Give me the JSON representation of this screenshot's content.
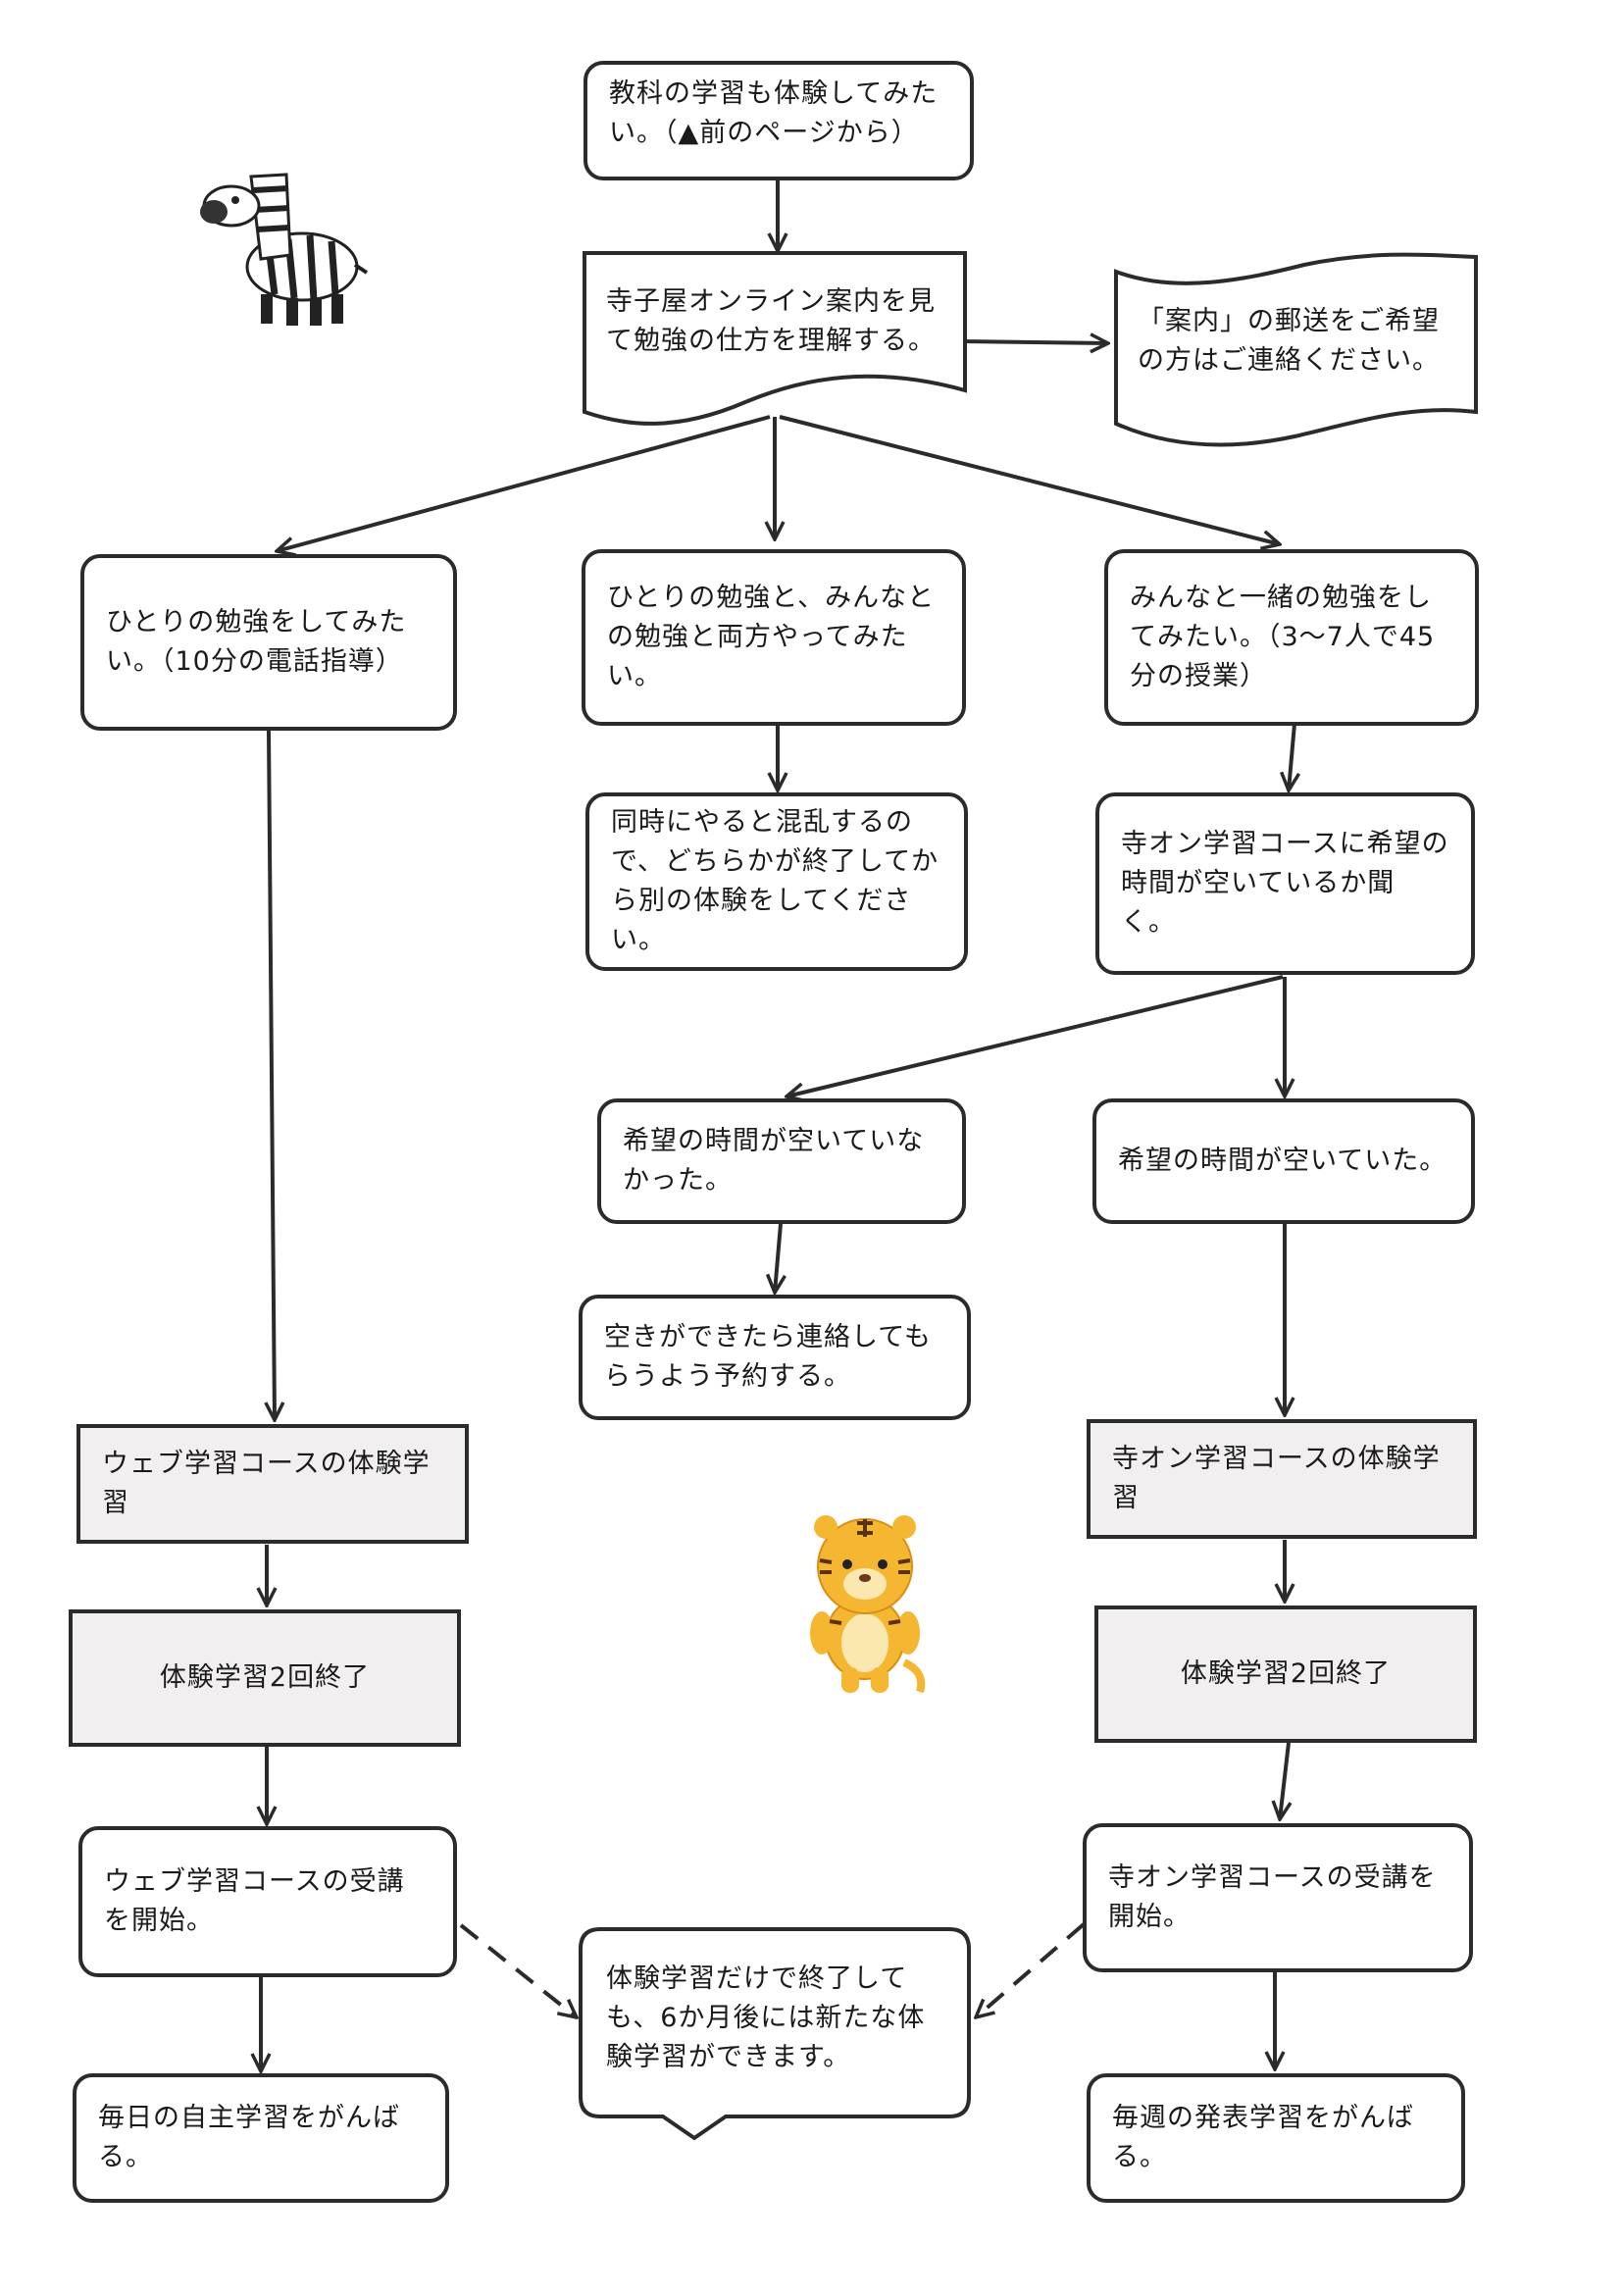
{
  "nodes": {
    "start": "教科の学習も体験してみたい。（▲前のページから）",
    "guide": "寺子屋オンライン案内を見て勉強の仕方を理解する。",
    "mail": "「案内」の郵送をご希望の方はご連絡ください。",
    "solo": "ひとりの勉強をしてみたい。（10分の電話指導）",
    "both": "ひとりの勉強と、みんなとの勉強と両方やってみたい。",
    "group": "みんなと一緒の勉強をしてみたい。（3〜7人で45分の授業）",
    "both_note": "同時にやると混乱するので、どちらかが終了してから別の体験をしてください。",
    "ask": "寺オン学習コースに希望の時間が空いているか聞く。",
    "not_free": "希望の時間が空いていなかった。",
    "free": "希望の時間が空いていた。",
    "reserve": "空きができたら連絡してもらうよう予約する。",
    "web_trial": "ウェブ学習コースの体験学習",
    "tera_trial": "寺オン学習コースの体験学習",
    "web_done": "体験学習2回終了",
    "tera_done": "体験学習2回終了",
    "web_start": "ウェブ学習コースの受講を開始。",
    "tera_start": "寺オン学習コースの受講を開始。",
    "retry": "体験学習だけで終了しても、6か月後には新たな体験学習ができます。",
    "web_daily": "毎日の自主学習をがんばる。",
    "tera_weekly": "毎週の発表学習をがんばる。"
  },
  "colors": {
    "line": "#2b2b2b",
    "trial_fill": "#f2eff0",
    "tiger": "#f5b731",
    "tiger_belly": "#fbe7b0"
  },
  "icons": [
    "zebra-illustration",
    "tiger-illustration"
  ]
}
